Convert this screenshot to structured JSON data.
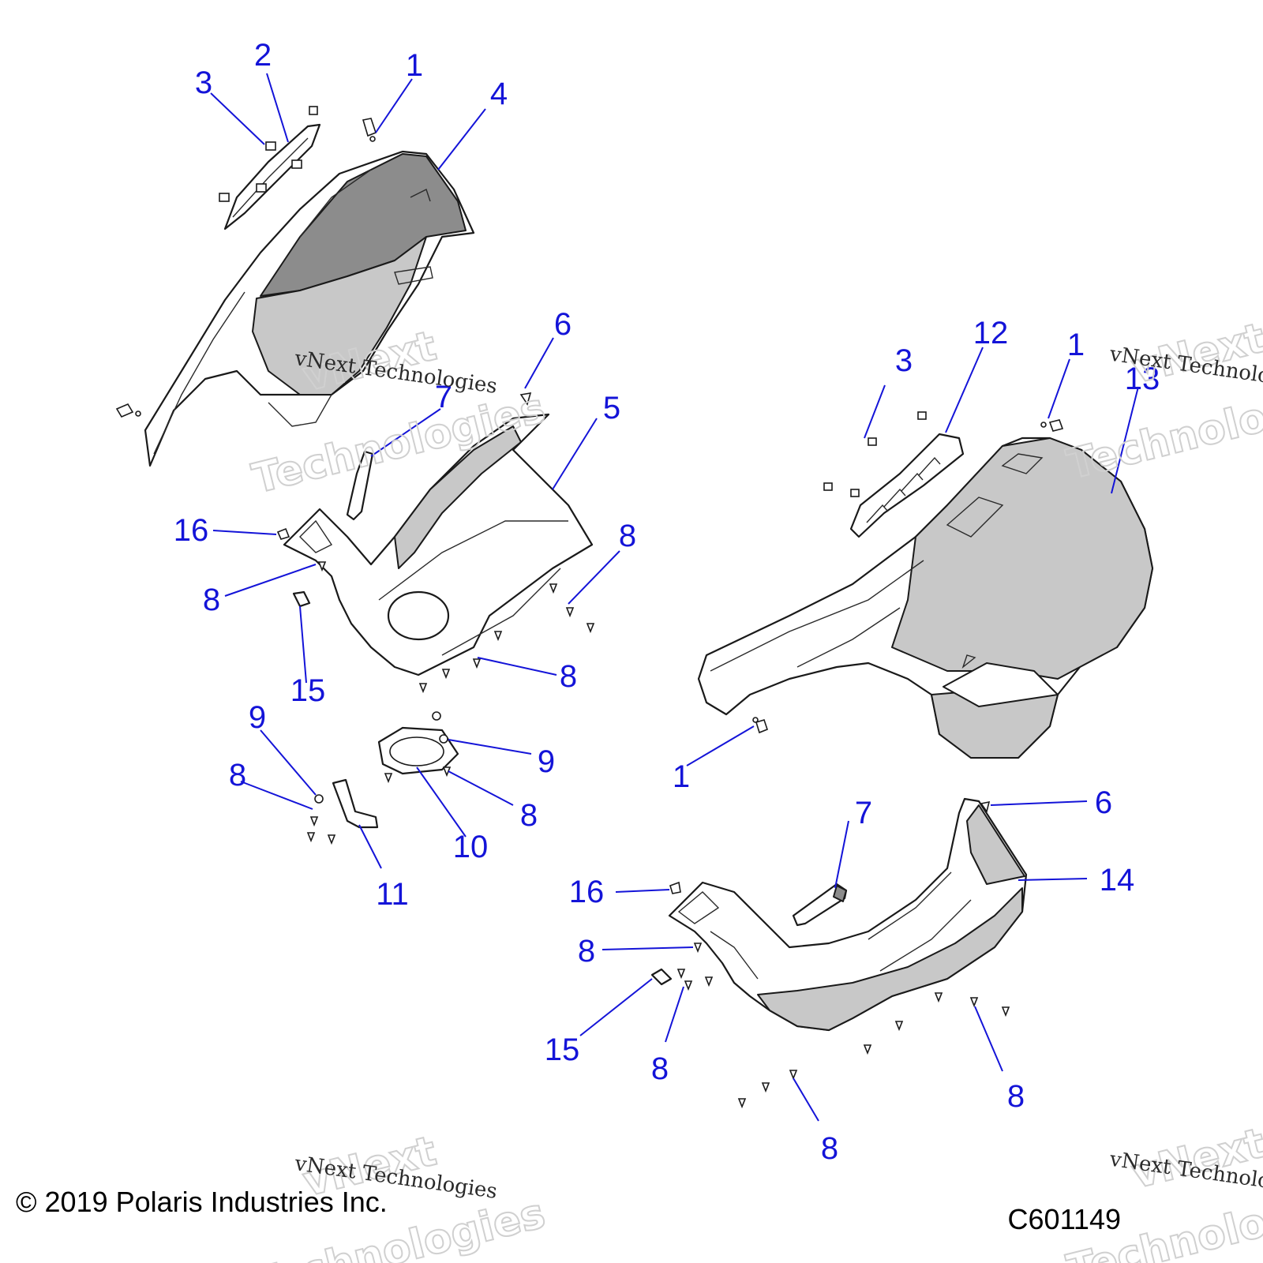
{
  "colors": {
    "callout": "#1414d8",
    "line": "#1a1a1a",
    "part_fill": "#ffffff",
    "part_shade": "#c8c8c8",
    "part_dark": "#8c8c8c"
  },
  "callouts": {
    "c1": "1",
    "c2": "2",
    "c3": "3",
    "c4": "4",
    "c5": "5",
    "c6": "6",
    "c7": "7",
    "c8": "8",
    "c9": "9",
    "c10": "10",
    "c11": "11",
    "c12": "12",
    "c13": "13",
    "c14": "14",
    "c15": "15",
    "c16": "16"
  },
  "watermark": {
    "line": "vNext Technologies",
    "big_top": "vNext",
    "big_bottom": "Technologies"
  },
  "footer": {
    "copyright": "© 2019 Polaris Industries Inc.",
    "code": "C601149"
  }
}
